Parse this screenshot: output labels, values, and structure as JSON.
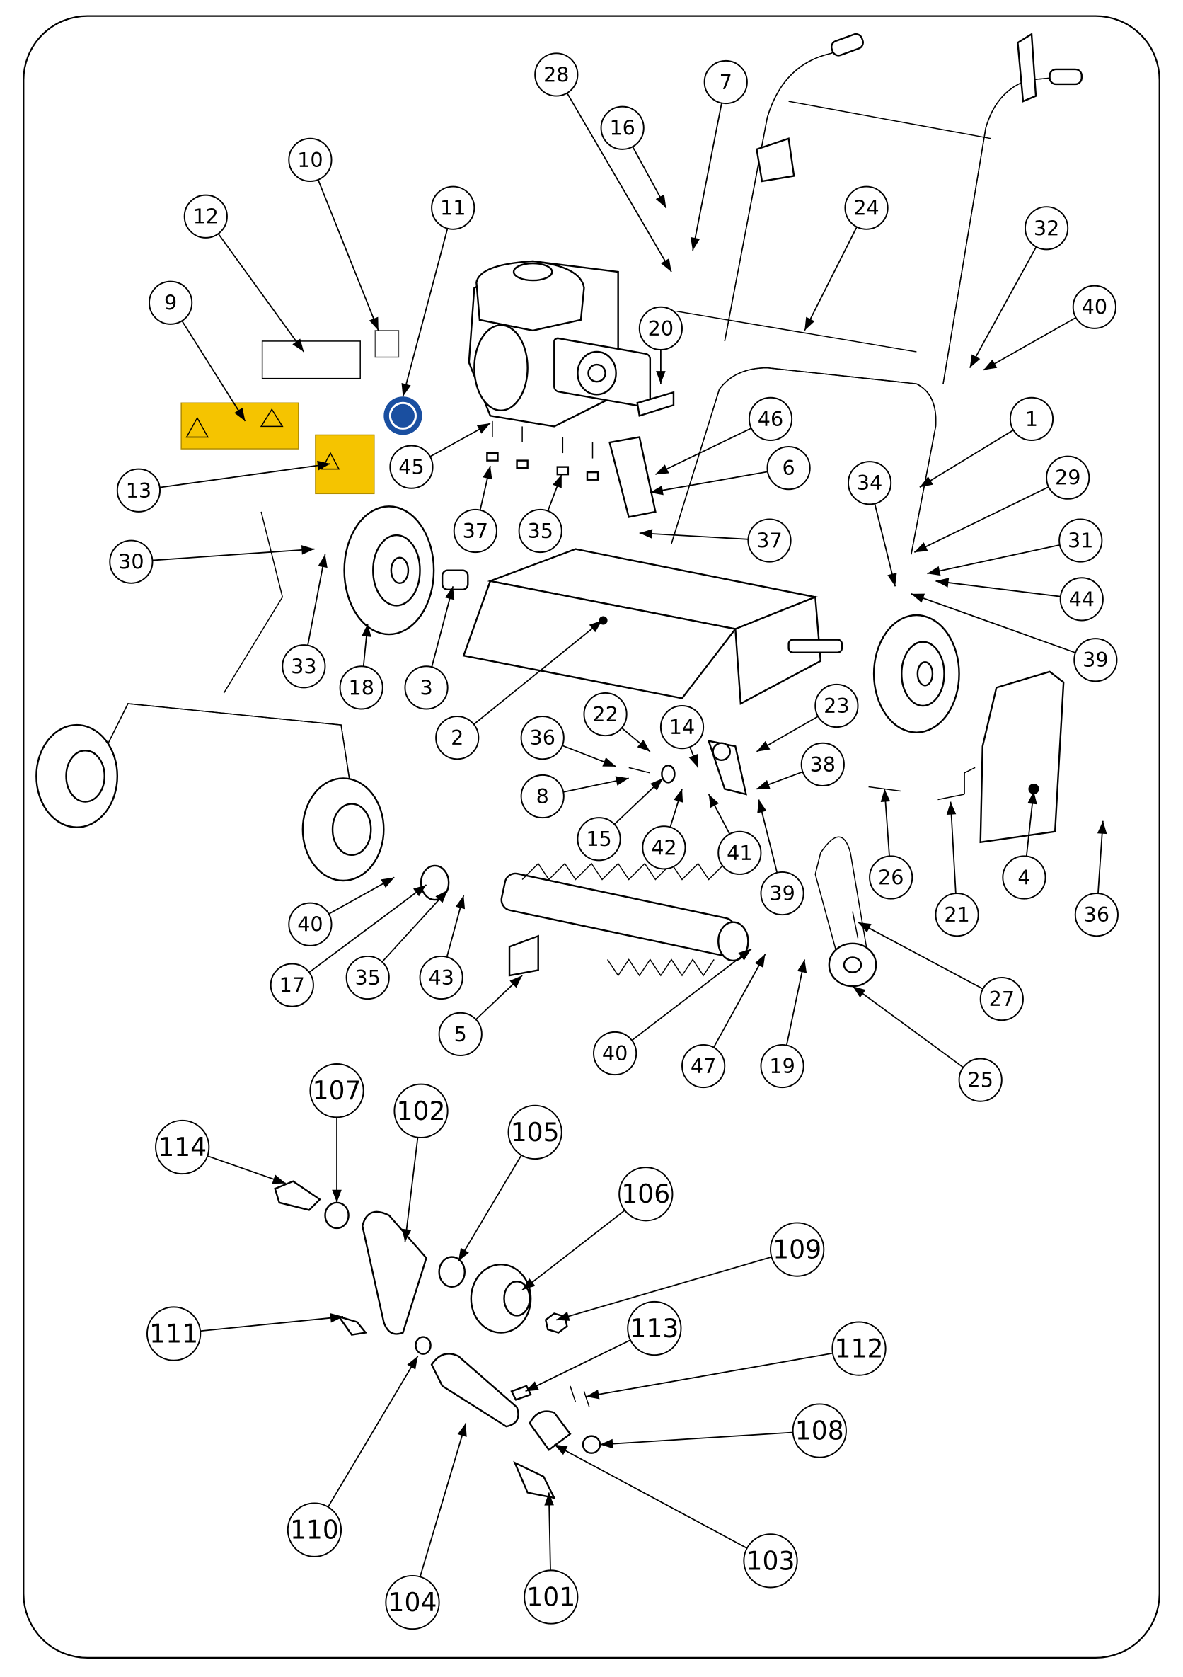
{
  "diagram": {
    "title": "Exploded parts diagram – scarifier / lawn aerator",
    "colors": {
      "warning_label": "#f5c400",
      "mandatory_label": "#1a4fa0",
      "line": "#000000"
    },
    "callouts": [
      "28",
      "7",
      "16",
      "10",
      "11",
      "12",
      "24",
      "32",
      "40",
      "9",
      "20",
      "1",
      "46",
      "45",
      "6",
      "13",
      "34",
      "29",
      "37",
      "35",
      "37",
      "31",
      "30",
      "44",
      "39",
      "3",
      "33",
      "18",
      "2",
      "22",
      "14",
      "23",
      "36",
      "38",
      "8",
      "15",
      "42",
      "41",
      "39",
      "26",
      "21",
      "4",
      "36",
      "40",
      "17",
      "35",
      "43",
      "5",
      "40",
      "47",
      "19",
      "27",
      "25",
      "107",
      "102",
      "114",
      "105",
      "106",
      "109",
      "111",
      "113",
      "112",
      "108",
      "110",
      "103",
      "104",
      "101"
    ]
  }
}
